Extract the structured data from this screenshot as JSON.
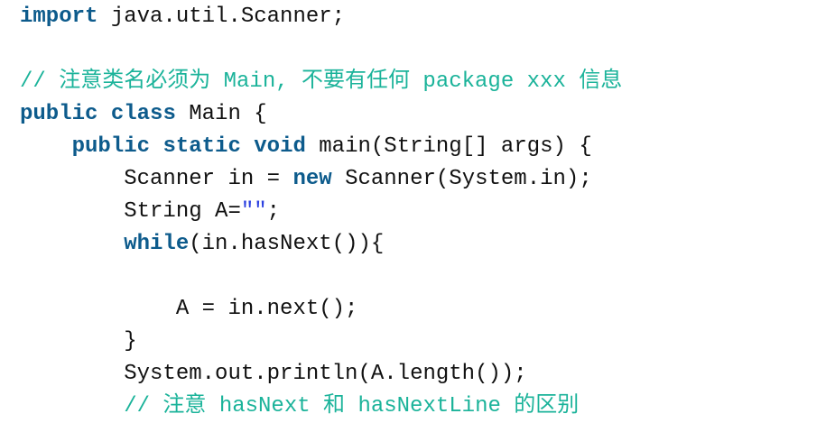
{
  "code": {
    "language": "java",
    "colors": {
      "keyword": "#0d5b8c",
      "comment": "#1bb39a",
      "string": "#2a3fe0",
      "plain": "#111111"
    },
    "lines": [
      [
        {
          "t": "import",
          "k": "kw"
        },
        {
          "t": " java.util.Scanner;",
          "k": "pl"
        }
      ],
      [],
      [
        {
          "t": "// 注意类名必须为 Main, 不要有任何 package xxx 信息",
          "k": "cm"
        }
      ],
      [
        {
          "t": "public",
          "k": "kw"
        },
        {
          "t": " ",
          "k": "pl"
        },
        {
          "t": "class",
          "k": "kw"
        },
        {
          "t": " Main {",
          "k": "pl"
        }
      ],
      [
        {
          "t": "    ",
          "k": "pl"
        },
        {
          "t": "public",
          "k": "kw"
        },
        {
          "t": " ",
          "k": "pl"
        },
        {
          "t": "static",
          "k": "kw"
        },
        {
          "t": " ",
          "k": "pl"
        },
        {
          "t": "void",
          "k": "kw"
        },
        {
          "t": " main(String[] args) {",
          "k": "pl"
        }
      ],
      [
        {
          "t": "        Scanner in = ",
          "k": "pl"
        },
        {
          "t": "new",
          "k": "kw"
        },
        {
          "t": " Scanner(System.in);",
          "k": "pl"
        }
      ],
      [
        {
          "t": "        String A=",
          "k": "pl"
        },
        {
          "t": "\"\"",
          "k": "str"
        },
        {
          "t": ";",
          "k": "pl"
        }
      ],
      [
        {
          "t": "        ",
          "k": "pl"
        },
        {
          "t": "while",
          "k": "kw"
        },
        {
          "t": "(in.hasNext()){",
          "k": "pl"
        }
      ],
      [],
      [
        {
          "t": "            A = in.next();",
          "k": "pl"
        }
      ],
      [
        {
          "t": "        }",
          "k": "pl"
        }
      ],
      [
        {
          "t": "        System.out.println(A.length());",
          "k": "pl"
        }
      ],
      [
        {
          "t": "        // 注意 hasNext 和 hasNextLine 的区别",
          "k": "cm"
        }
      ]
    ]
  }
}
